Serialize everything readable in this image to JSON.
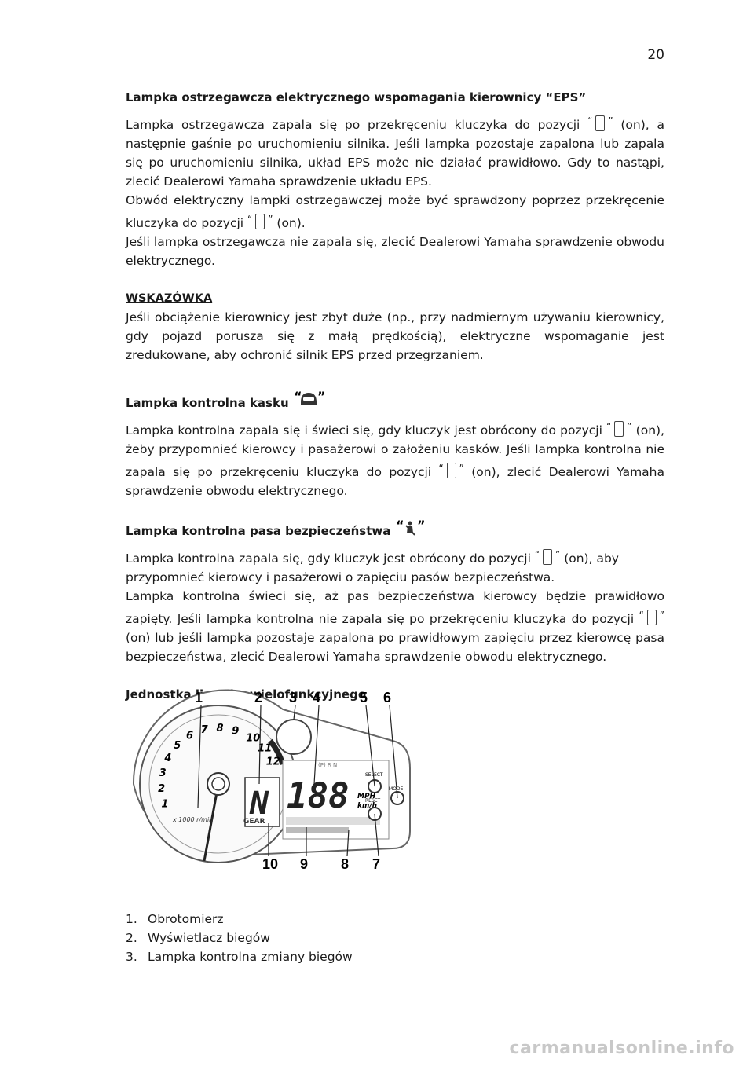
{
  "page_number": "20",
  "sections": {
    "eps": {
      "heading": "Lampka ostrzegawcza elektrycznego wspomagania kierownicy “EPS”",
      "p1_a": "Lampka ostrzegawcza zapala się po przekręceniu kluczyka do pozycji",
      "p1_b": "(on), a następnie gaśnie po uruchomieniu silnika. Jeśli lampka pozostaje zapalona lub zapala się po uruchomieniu silnika, układ EPS może nie działać prawidłowo. Gdy to nastąpi, zlecić Dealerowi Yamaha sprawdzenie układu EPS.",
      "p2_a": "Obwód elektryczny lampki ostrzegawczej może być sprawdzony poprzez przekręcenie kluczyka do pozycji",
      "p2_b": "(on).",
      "p3": "Jeśli lampka ostrzegawcza nie zapala się, zlecić Dealerowi Yamaha sprawdzenie obwodu elektrycznego."
    },
    "note": {
      "heading": "WSKAZÓWKA",
      "text": "Jeśli obciążenie kierownicy jest zbyt duże (np., przy nadmiernym używaniu kierownicy, gdy pojazd porusza się z małą prędkością), elektryczne wspomaganie jest zredukowane, aby ochronić silnik EPS przed przegrzaniem."
    },
    "helmet": {
      "heading": "Lampka kontrolna kasku",
      "p_a": "Lampka kontrolna zapala się i świeci się, gdy kluczyk jest obrócony do pozycji",
      "p_b": "(on), żeby przypomnieć kierowcy i pasażerowi o założeniu kasków. Jeśli lampka kontrolna nie zapala się po przekręceniu kluczyka do pozycji",
      "p_c": "(on), zlecić Dealerowi Yamaha sprawdzenie obwodu elektrycznego."
    },
    "belt": {
      "heading": "Lampka kontrolna pasa bezpieczeństwa",
      "p1_a": "Lampka kontrolna zapala się, gdy kluczyk jest obrócony do pozycji",
      "p1_b": "(on), aby przypomnieć kierowcy i pasażerowi o zapięciu pasów bezpieczeństwa.",
      "p2_a": "Lampka kontrolna świeci się, aż pas bezpieczeństwa kierowcy będzie prawidłowo zapięty. Jeśli lampka kontrolna nie zapala się po przekręceniu kluczyka do pozycji",
      "p2_b": "(on) lub jeśli lampka pozostaje zapalona po prawidłowym zapięciu przez kierowcę pasa bezpieczeństwa, zlecić Dealerowi Yamaha sprawdzenie obwodu elektrycznego."
    },
    "meter": {
      "heading": "Jednostka licznika wielofunkcyjnego",
      "callouts": [
        "1",
        "2",
        "3",
        "4",
        "5",
        "6",
        "7",
        "8",
        "9",
        "10"
      ],
      "dial_numbers": [
        "1",
        "2",
        "3",
        "4",
        "5",
        "6",
        "7",
        "8",
        "9",
        "10",
        "11",
        "12"
      ],
      "labels": {
        "gear": "GEAR",
        "rpm": "x 1000 r/min",
        "speed": "188",
        "unit_top": "MPH",
        "unit_bottom": "km/h",
        "gear_digit": "N",
        "select": "SELECT",
        "reset": "RESET",
        "mode": "MODE",
        "prn": "(P) R N"
      },
      "items": [
        {
          "num": "1.",
          "text": "Obrotomierz"
        },
        {
          "num": "2.",
          "text": "Wyświetlacz biegów"
        },
        {
          "num": "3.",
          "text": "Lampka kontrolna zmiany biegów"
        }
      ]
    }
  },
  "watermark": "carmanualsonline.info"
}
